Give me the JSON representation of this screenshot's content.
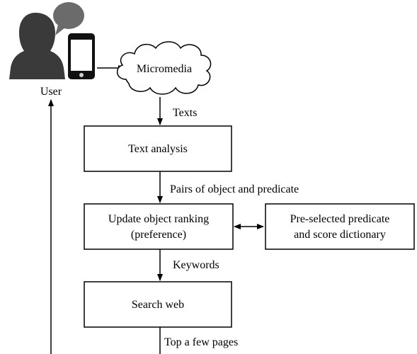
{
  "diagram": {
    "user_label": "User",
    "cloud_label": "Micromedia",
    "edge_texts": "Texts",
    "box_text_analysis": "Text analysis",
    "edge_pairs": "Pairs of object and predicate",
    "box_update_line1": "Update object ranking",
    "box_update_line2": "(preference)",
    "box_dictionary_line1": "Pre-selected predicate",
    "box_dictionary_line2": "and score dictionary",
    "edge_keywords": "Keywords",
    "box_search_web": "Search web",
    "edge_top_pages": "Top a few pages"
  },
  "icons": {
    "user": "user-silhouette-icon",
    "speech": "speech-bubble-icon",
    "phone": "smartphone-icon",
    "cloud": "cloud-icon"
  },
  "colors": {
    "silhouette": "#3a3a3a",
    "line": "#000000",
    "box_fill": "#ffffff"
  }
}
